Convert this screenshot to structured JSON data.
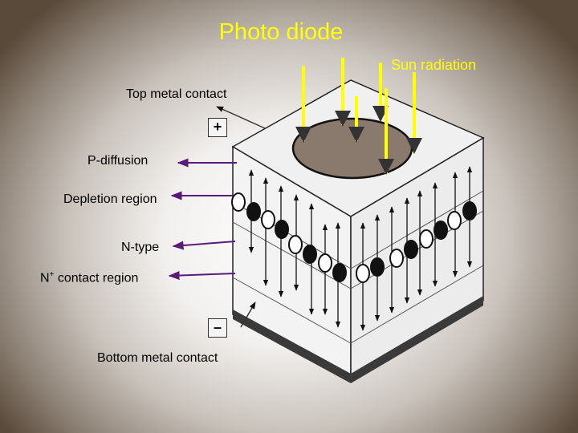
{
  "title": "Photo diode",
  "sun_label": "Sun radiation",
  "labels": {
    "top_contact": "Top metal contact",
    "p_diffusion": "P-diffusion",
    "depletion": "Depletion region",
    "n_type": "N-type",
    "n_plus_letter": "N",
    "n_plus_sup": "+",
    "n_plus_rest": " contact region",
    "bottom_contact": "Bottom metal contact"
  },
  "terminals": {
    "positive": "+",
    "negative": "–"
  },
  "colors": {
    "title": "#ffff00",
    "sun_arrows": "#ffff00",
    "pointer_arrows": "#5a1a7a",
    "cube_face": "#f2f2f2",
    "window": "#8a7a6e"
  }
}
